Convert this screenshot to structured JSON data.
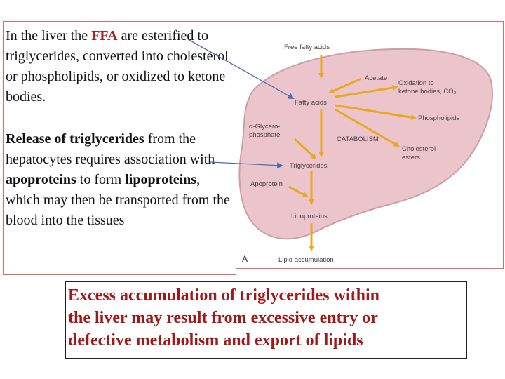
{
  "text_panel": {
    "para1": {
      "t1": "In the liver the ",
      "t2": "FFA",
      "t3": " are esterified to triglycerides, converted into cholesterol or phospholipids, or oxidized to ketone bodies."
    },
    "para2": {
      "t1": "Release of triglycerides",
      "t2": " from the hepatocytes requires",
      "t3": " association with ",
      "t4": "apoproteins",
      "t5": " to form ",
      "t6": "lipoproteins",
      "t7": ", which may then be transported from the blood into the tissues"
    }
  },
  "figure": {
    "free_fatty_acids": "Free fatty acids",
    "acetate": "Acetate",
    "oxidation_1": "Oxidation to",
    "oxidation_2": "ketone bodies, CO₂",
    "fatty_acids": "Fatty acids",
    "glycerophosphate_1": "α-Glycero-",
    "glycerophosphate_2": "phosphate",
    "phospholipids": "Phospholipids",
    "catabolism": "CATABOLISM",
    "cholesterol_1": "Cholesterol",
    "cholesterol_2": "esters",
    "triglycerides": "Triglycerides",
    "apoprotein": "Apoprotein",
    "lipoproteins": "Lipoproteins",
    "lipid_accumulation": "Lipid accumulation",
    "panel_letter": "A"
  },
  "bottom_note": {
    "line1": "Excess accumulation of triglycerides within",
    "line2": "the liver may result from excessive entry or",
    "line3": "defective metabolism and export of lipids"
  },
  "colors": {
    "liver_fill": "#ecc5cc",
    "liver_stroke": "#c9a0a8",
    "arrow_yellow": "#e8a820",
    "connector_blue": "#4a6db0",
    "highlight_red": "#b02020"
  }
}
